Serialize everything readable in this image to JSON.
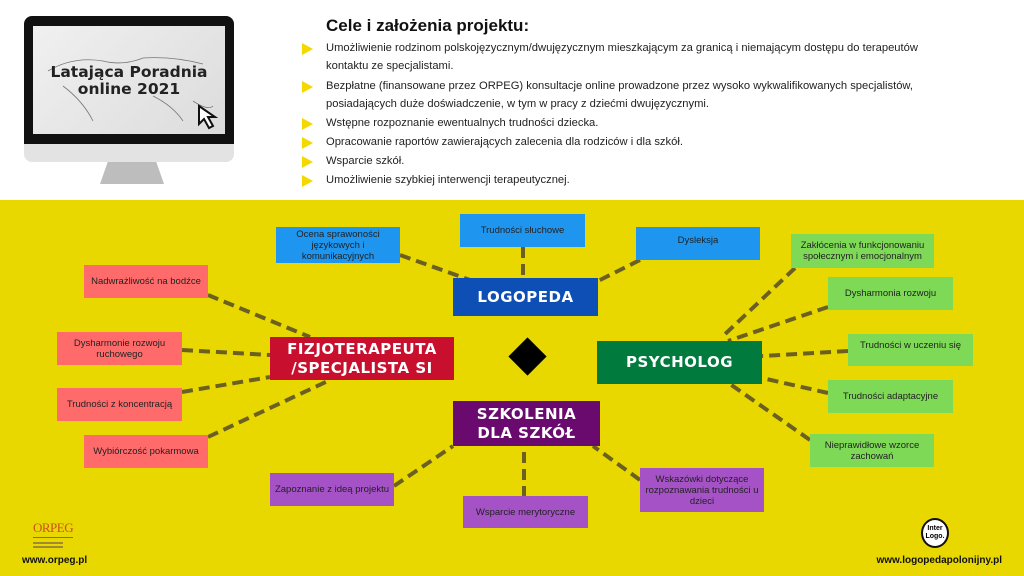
{
  "monitor": {
    "title_line1": "Latająca Poradnia",
    "title_line2": "online 2021"
  },
  "goals": {
    "heading": "Cele i założenia projektu:",
    "items": [
      "Umożliwienie rodzinom polskojęzycznym/dwujęzycznym mieszkającym za granicą i niemającym dostępu do terapeutów",
      "kontaktu ze specjalistami.",
      "Bezpłatne (finansowane przez ORPEG) konsultacje online prowadzone przez wysoko wykwalifikowanych specjalistów,",
      "posiadających duże doświadczenie, w tym w pracy z dziećmi dwujęzycznymi.",
      "Wstępne rozpoznanie ewentualnych trudności dziecka.",
      "Opracowanie raportów zawierających zalecenia dla rodziców i dla szkół.",
      "Wsparcie szkół.",
      "Umożliwienie szybkiej interwencji terapeutycznej."
    ]
  },
  "hubs": {
    "logopeda": "LOGOPEDA",
    "fizjo": "FIZJOTERAPEUTA /SPECJALISTA SI",
    "psycholog": "PSYCHOLOG",
    "szkolenia": "SZKOLENIA DLA SZKÓŁ"
  },
  "logopeda_items": [
    "Ocena sprawoności językowych i komunikacyjnych",
    "Trudności słuchowe",
    "Dysleksja"
  ],
  "fizjo_items": [
    "Nadwrażliwość na bodźce",
    "Dysharmonie rozwoju ruchowego",
    "Trudności z koncentracją",
    "Wybiórczość pokarmowa"
  ],
  "psycholog_items": [
    "Zakłócenia w funkcjonowaniu społecznym i emocjonalnym",
    "Dysharmonia rozwoju",
    "Trudności w uczeniu się",
    "Trudności adaptacyjne",
    "Nieprawidłowe wzorce zachowań"
  ],
  "szkolenia_items": [
    "Zapoznanie z ideą projektu",
    "Wsparcie merytoryczne",
    "Wskazówki dotyczące rozpoznawania trudności u dzieci"
  ],
  "footer": {
    "orpeg_logo": "ORPEG",
    "orpeg_url": "www.orpeg.pl",
    "interlogo_logo": "Inter Logo.",
    "interlogo_url": "www.logopedapolonijny.pl"
  },
  "colors": {
    "background": "#e8d800",
    "logopeda": "#0d4fb5",
    "fizjo": "#c8102e",
    "psycholog": "#007a3d",
    "szkolenia": "#6a0a6e"
  }
}
